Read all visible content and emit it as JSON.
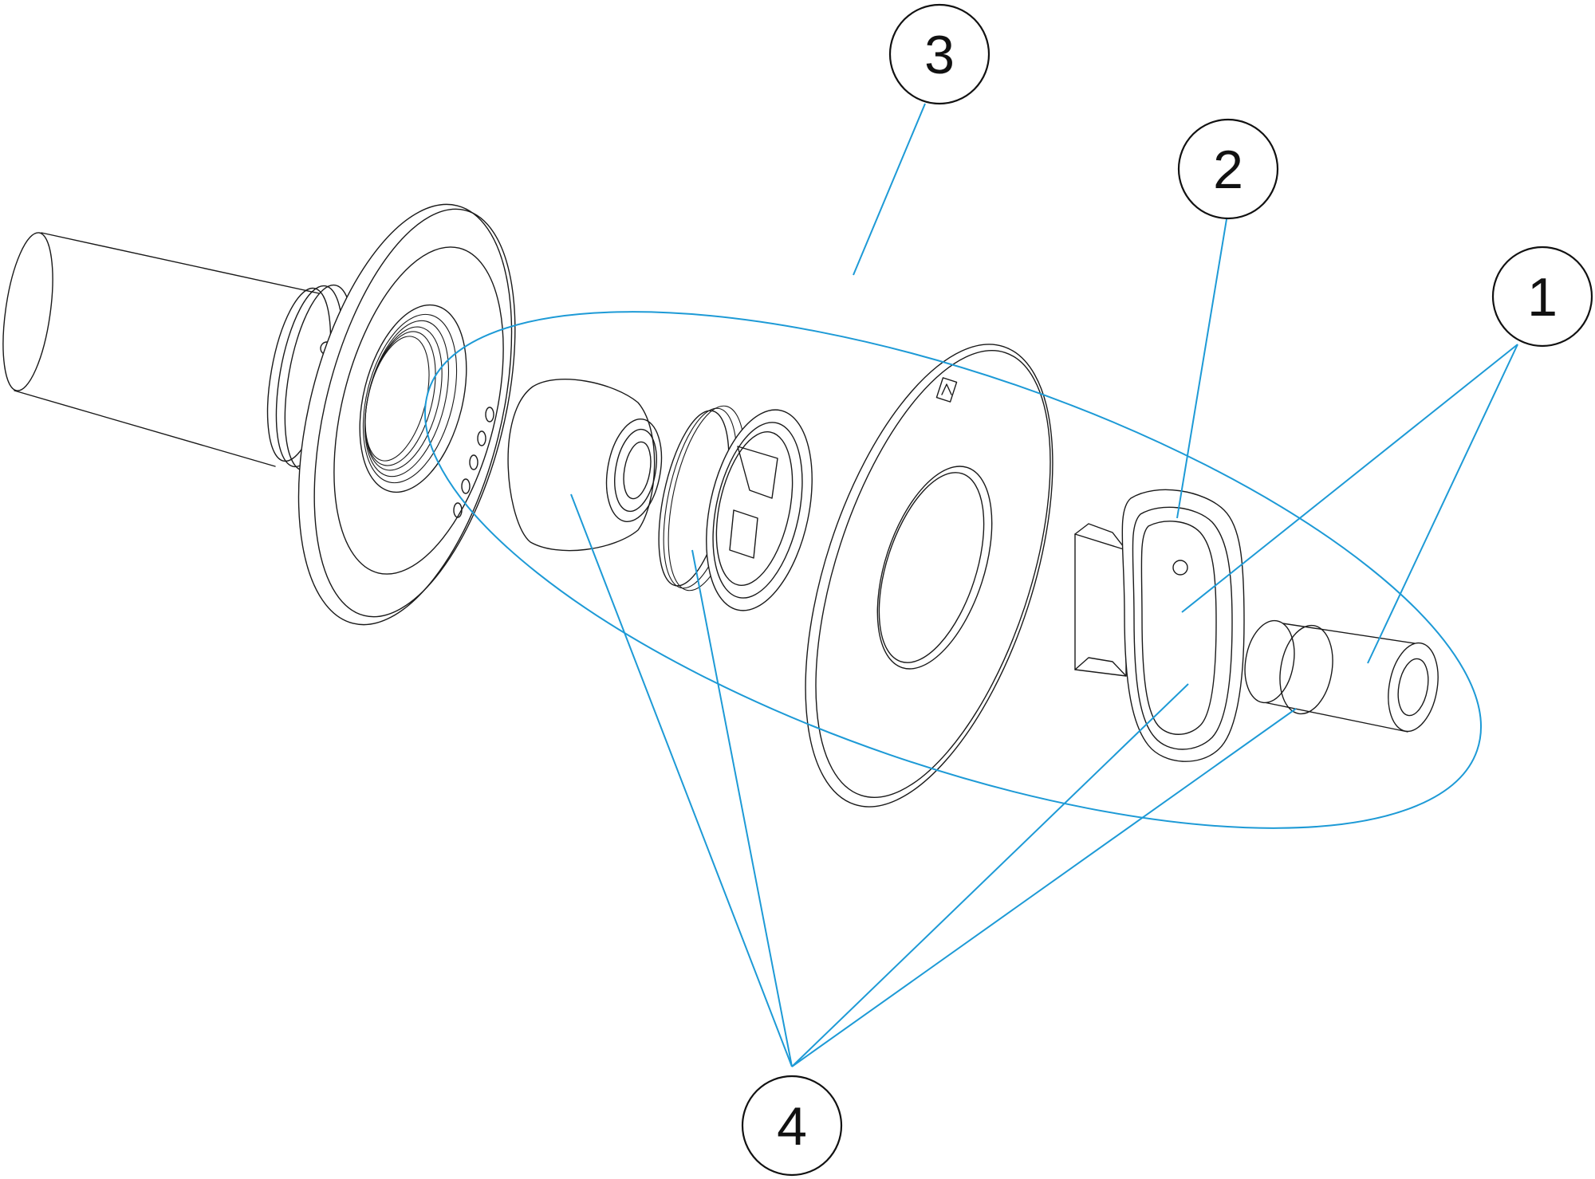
{
  "callouts": [
    {
      "id": "1",
      "label": "1"
    },
    {
      "id": "2",
      "label": "2"
    },
    {
      "id": "3",
      "label": "3"
    },
    {
      "id": "4",
      "label": "4"
    }
  ],
  "colors": {
    "leader": "#1d9ad6",
    "linework": "#1a1a1a",
    "background": "#ffffff"
  }
}
